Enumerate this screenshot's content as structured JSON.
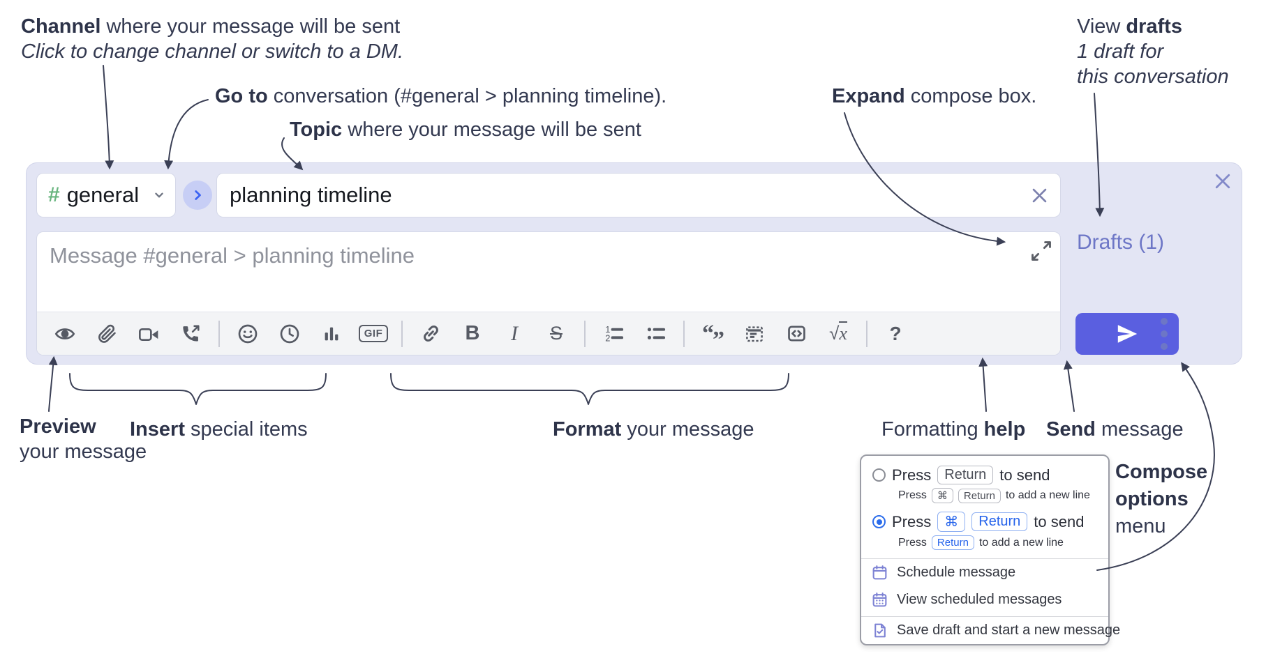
{
  "colors": {
    "container_bg": "#e3e5f4",
    "send_button": "#5a5fe0",
    "accent_blue": "#2b6ceb",
    "drafts_link": "#6d76c6",
    "hash_green": "#69b57f",
    "menu_icon_purple": "#7d82d4",
    "annotation_text": "#333950"
  },
  "annotations": {
    "channel": {
      "bold": "Channel",
      "rest": " where your message will be sent",
      "sub": "Click to change channel or switch to a DM."
    },
    "goto": {
      "bold": "Go to",
      "rest": " conversation (#general > planning timeline)."
    },
    "topic": {
      "bold": "Topic",
      "rest": " where your message will be sent"
    },
    "expand": {
      "bold": "Expand",
      "rest": " compose box."
    },
    "view_drafts": {
      "pre": "View ",
      "bold": "drafts",
      "line2": "1 draft for",
      "line3": "this conversation"
    },
    "preview": {
      "bold": "Preview",
      "line2": "your message"
    },
    "insert": {
      "bold": "Insert",
      "rest": " special items"
    },
    "format": {
      "bold": "Format",
      "rest": " your message"
    },
    "formatting_help": {
      "pre": "Formatting ",
      "bold": "help"
    },
    "send": {
      "bold": "Send",
      "rest": " message"
    },
    "compose_options": {
      "line1": "Compose",
      "line2": "options",
      "line3": "menu"
    }
  },
  "compose": {
    "channel_hash": "#",
    "channel_name": "general",
    "topic_value": "planning timeline",
    "message_placeholder": "Message #general > planning timeline",
    "drafts_link": "Drafts (1)"
  },
  "toolbar": {
    "gif_label": "GIF",
    "bold_label": "B",
    "italic_label": "I",
    "strike_label": "S",
    "num1": "1",
    "num2": "2",
    "quote_open": "“",
    "quote_close": "”",
    "sqrt": "√",
    "sqrt_x": "x",
    "help_label": "?"
  },
  "options_menu": {
    "rows": [
      {
        "selected": false,
        "press": "Press",
        "key1": "Return",
        "after": "to send",
        "sub_press": "Press",
        "sub_key1": "⌘",
        "sub_key2": "Return",
        "sub_after": "to add a new line"
      },
      {
        "selected": true,
        "press": "Press",
        "key1": "⌘",
        "key2": "Return",
        "after": "to send",
        "sub_press": "Press",
        "sub_key1": "Return",
        "sub_after": "to add a new line"
      }
    ],
    "items": [
      {
        "label": "Schedule message"
      },
      {
        "label": "View scheduled messages"
      },
      {
        "label": "Save draft and start a new message"
      }
    ]
  }
}
